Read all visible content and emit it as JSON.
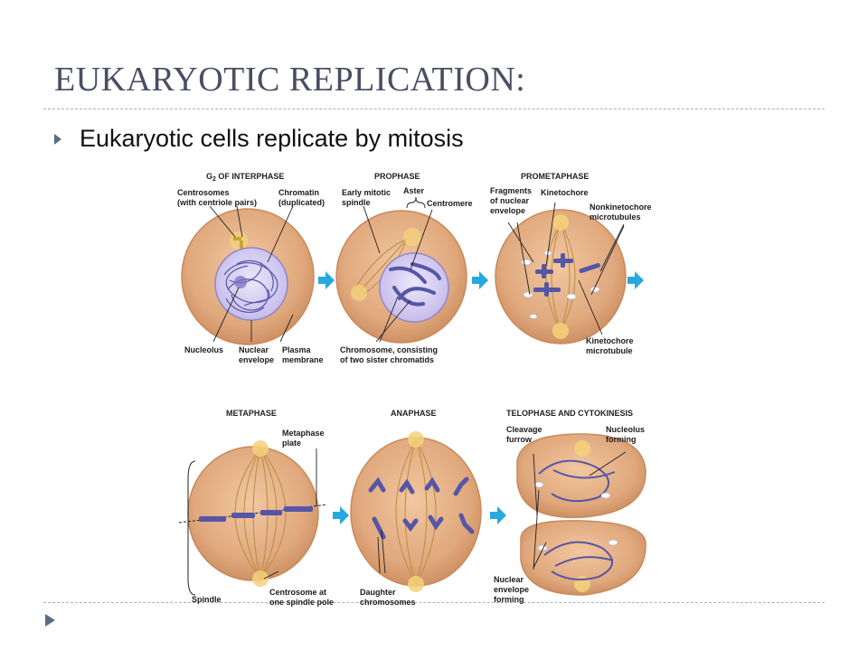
{
  "slide": {
    "title": "EUKARYOTIC REPLICATION:",
    "bullet": "Eukaryotic cells replicate by mitosis"
  },
  "figure": {
    "phases": {
      "g2": {
        "pre": "G",
        "sub": "2",
        "post": " OF INTERPHASE"
      },
      "prophase": "PROPHASE",
      "prometaphase": "PROMETAPHASE",
      "metaphase": "METAPHASE",
      "anaphase": "ANAPHASE",
      "telophase": "TELOPHASE AND CYTOKINESIS"
    },
    "labels": {
      "centrosomes": [
        "Centrosomes",
        "(with centriole pairs)"
      ],
      "chromatin": [
        "Chromatin",
        "(duplicated)"
      ],
      "nucleolus": [
        "Nucleolus"
      ],
      "nuclear_envelope": [
        "Nuclear",
        "envelope"
      ],
      "plasma_membrane": [
        "Plasma",
        "membrane"
      ],
      "early_spindle": [
        "Early mitotic",
        "spindle"
      ],
      "aster": [
        "Aster"
      ],
      "centromere": [
        "Centromere"
      ],
      "chromosome": [
        "Chromosome, consisting",
        "of two sister chromatids"
      ],
      "fragments": [
        "Fragments",
        "of nuclear",
        "envelope"
      ],
      "kinetochore": [
        "Kinetochore"
      ],
      "nonkinetochore": [
        "Nonkinetochore",
        "microtubules"
      ],
      "kinetochore_mt": [
        "Kinetochore",
        "microtubule"
      ],
      "metaphase_plate": [
        "Metaphase",
        "plate"
      ],
      "spindle": [
        "Spindle"
      ],
      "centrosome_pole": [
        "Centrosome at",
        "one spindle pole"
      ],
      "daughter": [
        "Daughter",
        "chromosomes"
      ],
      "cleavage": [
        "Cleavage",
        "furrow"
      ],
      "nucleolus_forming": [
        "Nucleolus",
        "forming"
      ],
      "envelope_forming": [
        "Nuclear",
        "envelope",
        "forming"
      ]
    },
    "colors": {
      "cell_fill": "#dfa77b",
      "cell_edge": "#c98a5c",
      "nucleus": "#cfc6ee",
      "chromosome": "#5656a6",
      "spindle": "#b98d3f",
      "arrow": "#29a8e0"
    }
  },
  "theme": {
    "title_color": "#4a4d63",
    "rule_color": "#9fb3c8",
    "bullet_color": "#5a6d86"
  }
}
